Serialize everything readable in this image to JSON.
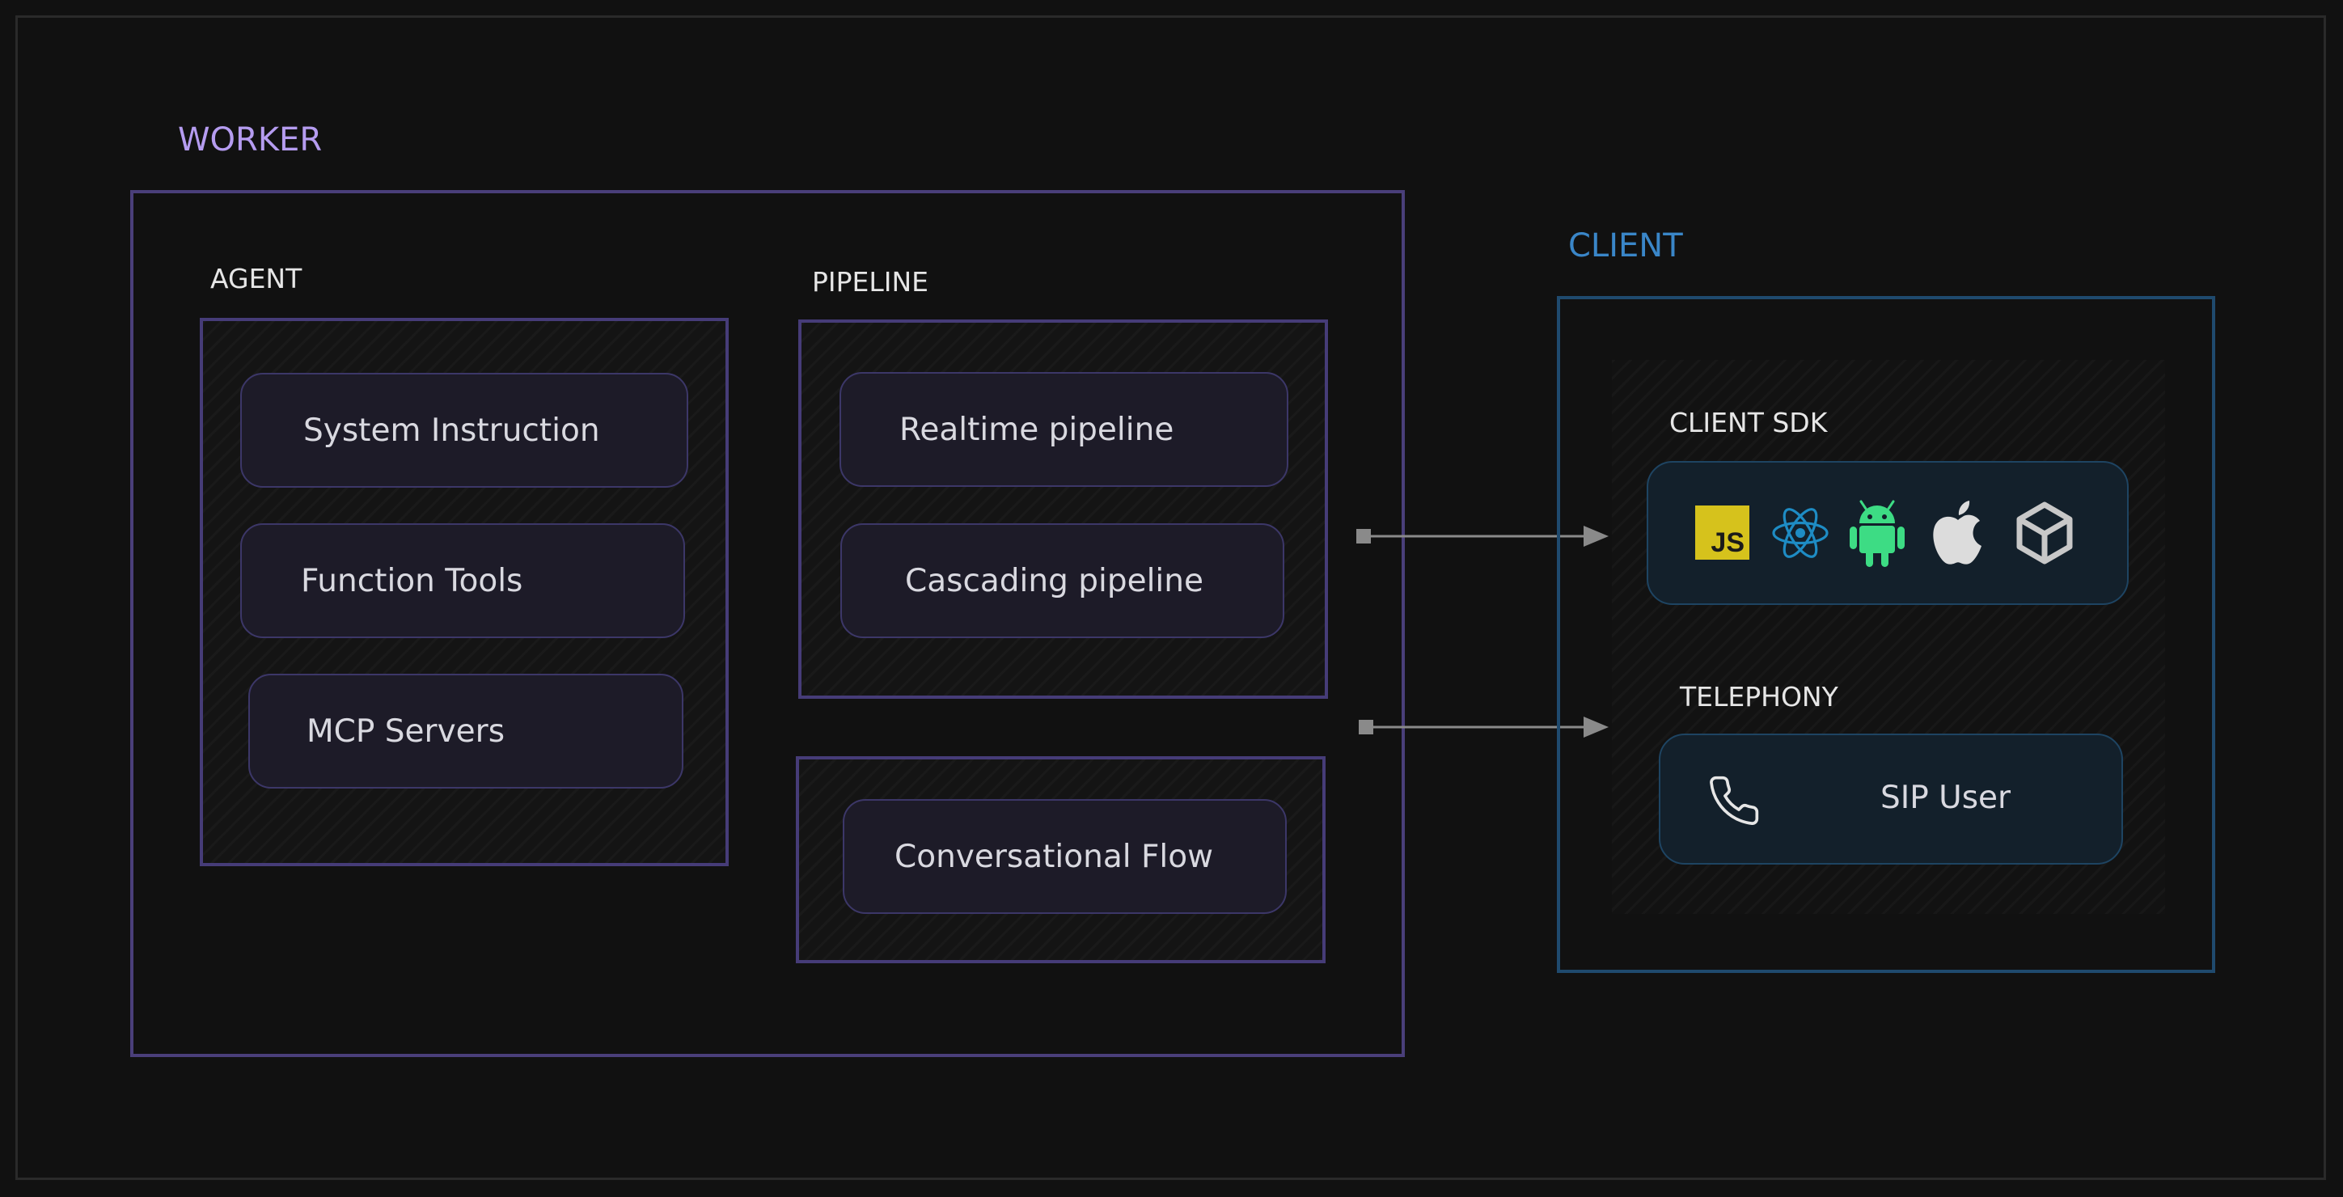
{
  "worker": {
    "title": "WORKER",
    "agent": {
      "label": "AGENT",
      "items": [
        "System Instruction",
        "Function Tools",
        "MCP Servers"
      ]
    },
    "pipeline": {
      "label": "PIPELINE",
      "items": [
        "Realtime pipeline",
        "Cascading pipeline"
      ]
    },
    "flow": {
      "item": "Conversational Flow"
    }
  },
  "client": {
    "title": "CLIENT",
    "sdk": {
      "label": "CLIENT SDK",
      "icons": [
        "javascript-icon",
        "react-icon",
        "android-icon",
        "apple-icon",
        "unity-icon"
      ],
      "js_text": "JS"
    },
    "telephony": {
      "label": "TELEPHONY",
      "item": "SIP User",
      "icon": "phone-icon"
    }
  },
  "colors": {
    "worker_accent": "#b59cf0",
    "client_accent": "#3a86c8",
    "worker_border": "#4a3f7a",
    "client_border": "#1f4a6e",
    "js_yellow": "#d6c21c",
    "react_blue": "#1e8cc4",
    "android_green": "#3ddc84"
  }
}
